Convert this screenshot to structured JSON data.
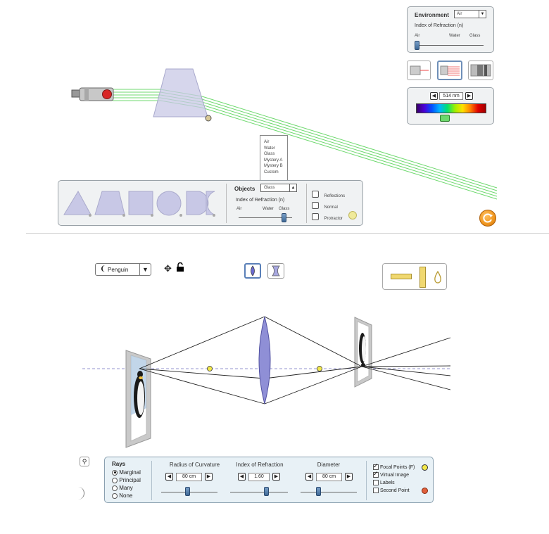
{
  "top_sim": {
    "environment_panel": {
      "title": "Environment",
      "selected": "Air",
      "ior_label": "Index of Refraction (n)",
      "ticks": [
        "Air",
        "Water",
        "Glass"
      ]
    },
    "wavelength_panel": {
      "value": "514 nm"
    },
    "objects_panel": {
      "objects_label": "Objects",
      "selected": "Glass",
      "ior_label": "Index of Refraction (n)",
      "ticks": [
        "Air",
        "Water",
        "Glass"
      ],
      "dropdown_options": [
        "Air",
        "Water",
        "Glass",
        "Mystery A",
        "Mystery B",
        "Custom"
      ]
    },
    "checkboxes": [
      {
        "label": "Reflections",
        "checked": false
      },
      {
        "label": "Normal",
        "checked": false
      },
      {
        "label": "Protractor",
        "checked": false
      }
    ],
    "colors": {
      "laser_beam": "#6fd96f",
      "prism_fill": "#c8c8e6",
      "reset_orange": "#f0961e"
    }
  },
  "bottom_sim": {
    "object_selector": {
      "selected": "Penguin"
    },
    "rays": {
      "title": "Rays",
      "options": [
        {
          "label": "Marginal",
          "selected": true
        },
        {
          "label": "Principal",
          "selected": false
        },
        {
          "label": "Many",
          "selected": false
        },
        {
          "label": "None",
          "selected": false
        }
      ]
    },
    "radius": {
      "label": "Radius of Curvature",
      "value": "80 cm"
    },
    "ior": {
      "label": "Index of Refraction",
      "value": "1.60"
    },
    "diameter": {
      "label": "Diameter",
      "value": "80 cm"
    },
    "toggles": [
      {
        "label": "Focal Points (F)",
        "checked": true
      },
      {
        "label": "Virtual Image",
        "checked": true
      },
      {
        "label": "Labels",
        "checked": false
      },
      {
        "label": "Second Point",
        "checked": false
      }
    ],
    "colors": {
      "lens_fill": "#8f8fd6",
      "focal_point": "#f2e84a",
      "second_point": "#e0603c"
    }
  }
}
